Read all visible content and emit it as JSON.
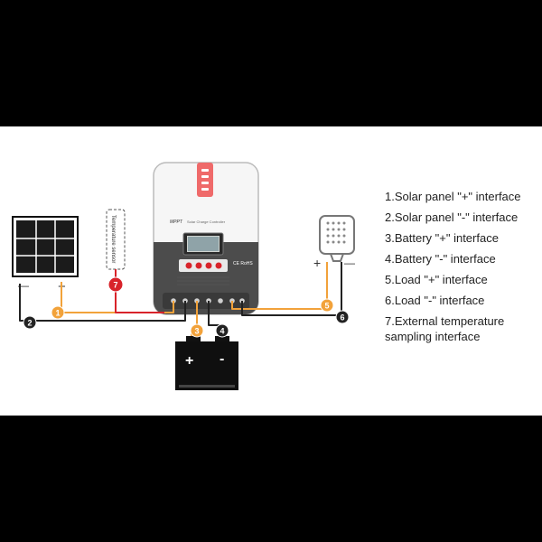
{
  "controller": {
    "brand": "MPPT",
    "model": "Solar Charge Controller",
    "cert": "CE RoHS"
  },
  "sensor": {
    "label": "Temperature sensor"
  },
  "battery": {
    "plus": "+",
    "minus": "-"
  },
  "panel_terminals": {
    "minus": "—",
    "plus": "+"
  },
  "load_terminals": {
    "plus": "+",
    "minus": "—"
  },
  "markers": [
    {
      "num": "1",
      "color": "#f2a23a"
    },
    {
      "num": "2",
      "color": "#222222"
    },
    {
      "num": "3",
      "color": "#f2a23a"
    },
    {
      "num": "4",
      "color": "#222222"
    },
    {
      "num": "5",
      "color": "#f2a23a"
    },
    {
      "num": "6",
      "color": "#222222"
    },
    {
      "num": "7",
      "color": "#d8232a"
    }
  ],
  "legend": [
    "1.Solar panel \"+\" interface",
    "2.Solar panel \"-\" interface",
    "3.Battery \"+\" interface",
    "4.Battery \"-\" interface",
    "5.Load \"+\" interface",
    "6.Load \"-\" interface",
    "7.External temperature sampling interface"
  ],
  "colors": {
    "positive": "#f2a23a",
    "negative": "#222222",
    "sensor": "#d8232a",
    "accent": "#ef6a6a"
  }
}
